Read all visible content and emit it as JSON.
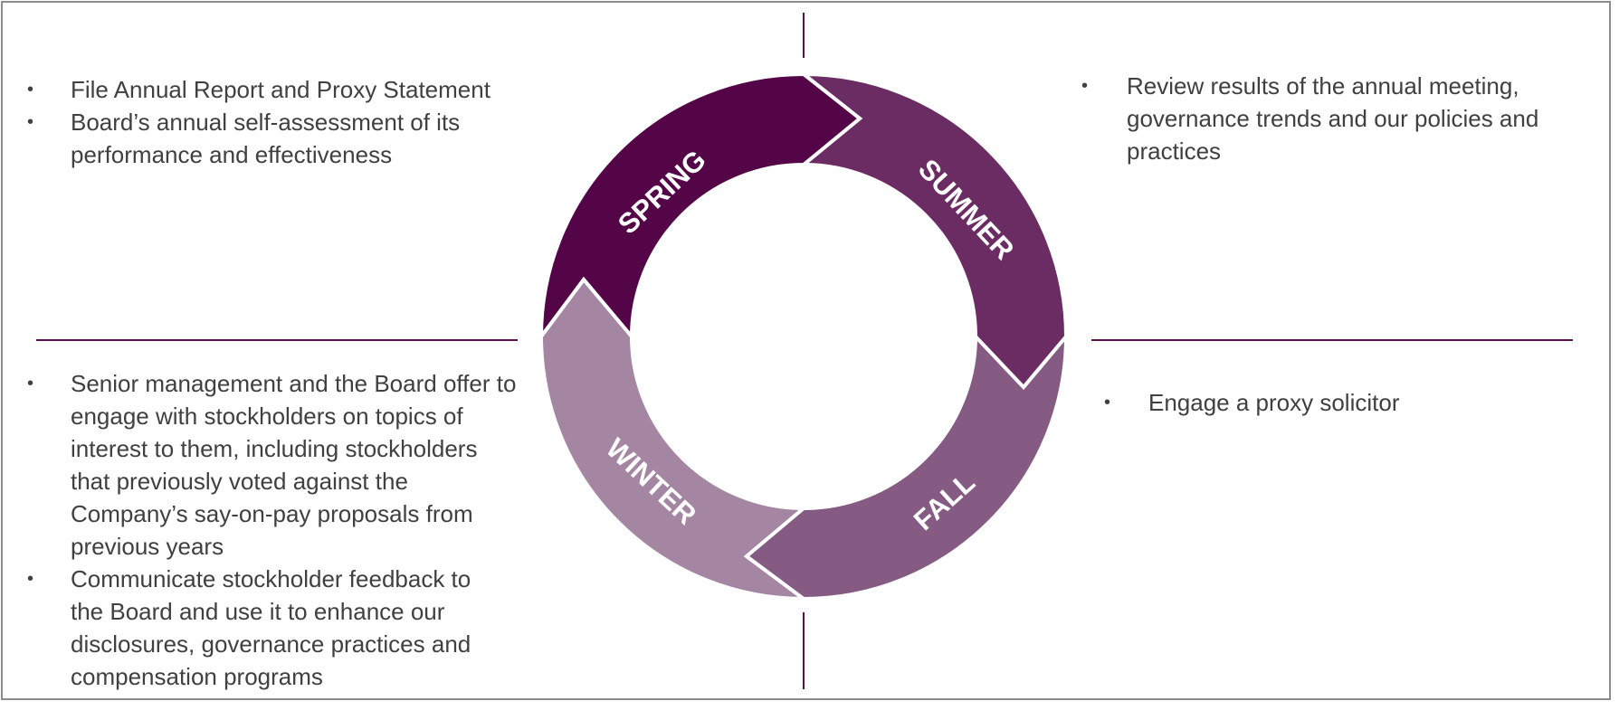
{
  "colors": {
    "spring": "#540548",
    "summer": "#6b2c64",
    "fall": "#855a83",
    "winter": "#a486a3",
    "divider": "#5a1150",
    "text": "#404040"
  },
  "seasons": {
    "spring": "SPRING",
    "summer": "SUMMER",
    "fall": "FALL",
    "winter": "WINTER"
  },
  "quadrants": {
    "spring_items": [
      "File Annual Report and Proxy Statement",
      "Board’s annual self-assessment  of its performance and effectiveness"
    ],
    "summer_items": [
      "Review results of the annual meeting, governance trends and our policies and practices"
    ],
    "fall_items": [
      "Engage a proxy solicitor"
    ],
    "winter_items": [
      "Senior management and the Board offer to engage with stockholders on topics of interest to them, including stockholders that previously voted against the Company’s say-on-pay proposals from previous years",
      "Communicate stockholder feedback to the Board and use it to enhance our disclosures, governance practices and compensation programs"
    ]
  }
}
